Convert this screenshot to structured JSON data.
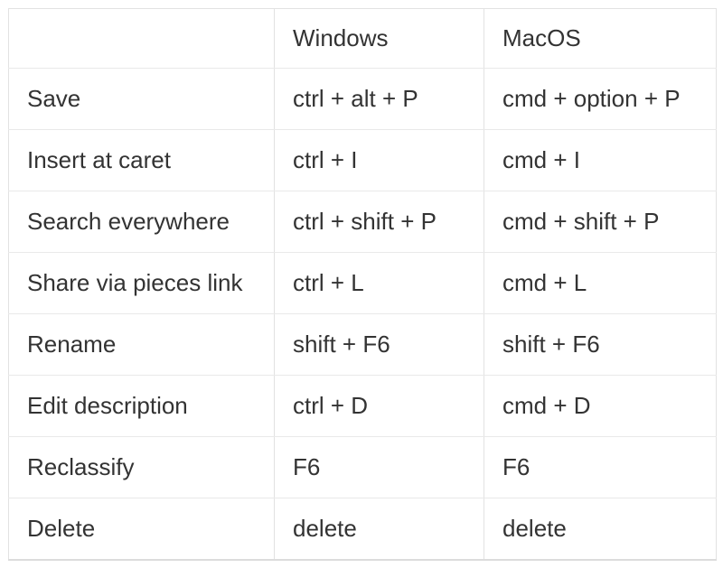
{
  "table": {
    "header": {
      "action": "",
      "windows": "Windows",
      "macos": "MacOS"
    },
    "rows": [
      {
        "action": "Save",
        "windows": "ctrl + alt + P",
        "macos": "cmd + option + P"
      },
      {
        "action": "Insert at caret",
        "windows": "ctrl + I",
        "macos": "cmd + I"
      },
      {
        "action": "Search everywhere",
        "windows": "ctrl + shift + P",
        "macos": "cmd + shift + P"
      },
      {
        "action": "Share via pieces link",
        "windows": "ctrl + L",
        "macos": "cmd + L"
      },
      {
        "action": "Rename",
        "windows": "shift + F6",
        "macos": "shift + F6"
      },
      {
        "action": "Edit description",
        "windows": "ctrl + D",
        "macos": "cmd + D"
      },
      {
        "action": "Reclassify",
        "windows": "F6",
        "macos": "F6"
      },
      {
        "action": "Delete",
        "windows": "delete",
        "macos": "delete"
      }
    ],
    "colors": {
      "background": "#ffffff",
      "border": "#e2e2e2",
      "text": "#333333"
    }
  }
}
